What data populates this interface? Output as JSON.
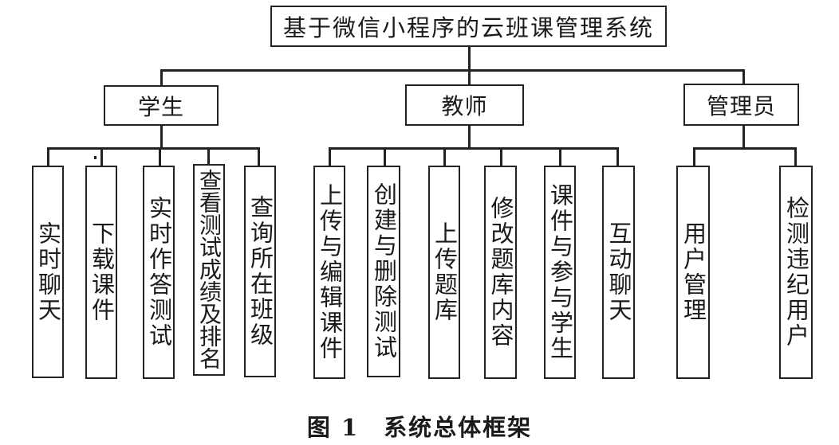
{
  "root": "基于微信小程序的云班课管理系统",
  "roles": [
    {
      "name": "学生",
      "features": [
        "实时聊天",
        "下载课件",
        "实时作答测试",
        "查看测试成绩及排名",
        "查询所在班级"
      ]
    },
    {
      "name": "教师",
      "features": [
        "上传与编辑课件",
        "创建与删除测试",
        "上传题库",
        "修改题库内容",
        "课件与参与学生",
        "互动聊天"
      ]
    },
    {
      "name": "管理员",
      "features": [
        "用户管理",
        "检测违纪用户"
      ]
    }
  ],
  "caption": "图 1　系统总体框架"
}
